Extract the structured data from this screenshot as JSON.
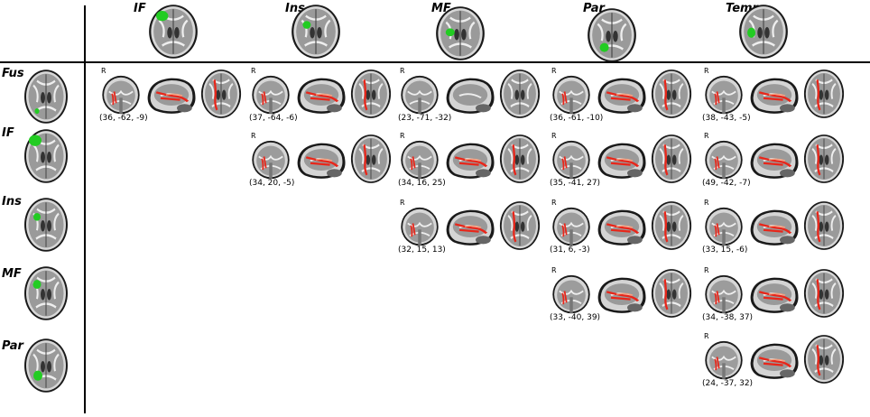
{
  "columns": [
    "IF",
    "Ins",
    "MF",
    "Par",
    "Temp"
  ],
  "rows": [
    "Fus",
    "IF",
    "Ins",
    "MF",
    "Par"
  ],
  "orientation_label": "R",
  "cells": [
    {
      "row": 0,
      "col": 0,
      "coords": "(36, -62, -9)",
      "tract": true
    },
    {
      "row": 0,
      "col": 1,
      "coords": "(37, -64, -6)",
      "tract": true
    },
    {
      "row": 0,
      "col": 2,
      "coords": "(23, -71, -32)",
      "tract": false
    },
    {
      "row": 0,
      "col": 3,
      "coords": "(36, -61, -10)",
      "tract": true
    },
    {
      "row": 0,
      "col": 4,
      "coords": "(38, -43, -5)",
      "tract": true
    },
    {
      "row": 1,
      "col": 1,
      "coords": "(34, 20, -5)",
      "tract": true
    },
    {
      "row": 1,
      "col": 2,
      "coords": "(34, 16, 25)",
      "tract": true
    },
    {
      "row": 1,
      "col": 3,
      "coords": "(35, -41, 27)",
      "tract": true
    },
    {
      "row": 1,
      "col": 4,
      "coords": "(49, -42, -7)",
      "tract": true
    },
    {
      "row": 2,
      "col": 2,
      "coords": "(32, 15, 13)",
      "tract": true
    },
    {
      "row": 2,
      "col": 3,
      "coords": "(31, 6, -3)",
      "tract": true
    },
    {
      "row": 2,
      "col": 4,
      "coords": "(33, 15, -6)",
      "tract": true
    },
    {
      "row": 3,
      "col": 3,
      "coords": "(33, -40, 39)",
      "tract": true
    },
    {
      "row": 3,
      "col": 4,
      "coords": "(34, -38, 37)",
      "tract": true
    },
    {
      "row": 4,
      "col": 4,
      "coords": "(24, -37, 32)",
      "tract": true
    }
  ],
  "colors": {
    "roi": "#22cc22",
    "tract": "#e8261a",
    "tract_light": "#f5a080",
    "grid_line": "#000000"
  },
  "icons": [
    "axial-brain-icon",
    "coronal-brain-icon",
    "sagittal-brain-icon"
  ]
}
